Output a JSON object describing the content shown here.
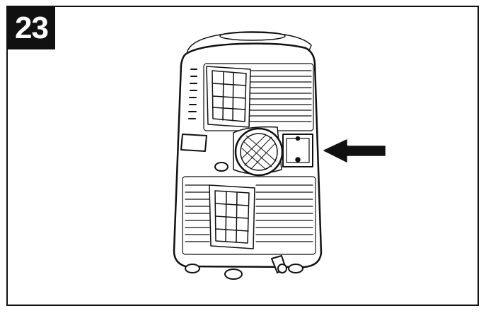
{
  "step": {
    "number": "23"
  },
  "illustration": {
    "subject": "portable-air-conditioner-rear-view",
    "highlight": "drain-access-cover",
    "callout_arrow": "arrow-left-icon"
  },
  "colors": {
    "ink": "#111111",
    "paper": "#ffffff",
    "body_fill": "#ffffff"
  }
}
